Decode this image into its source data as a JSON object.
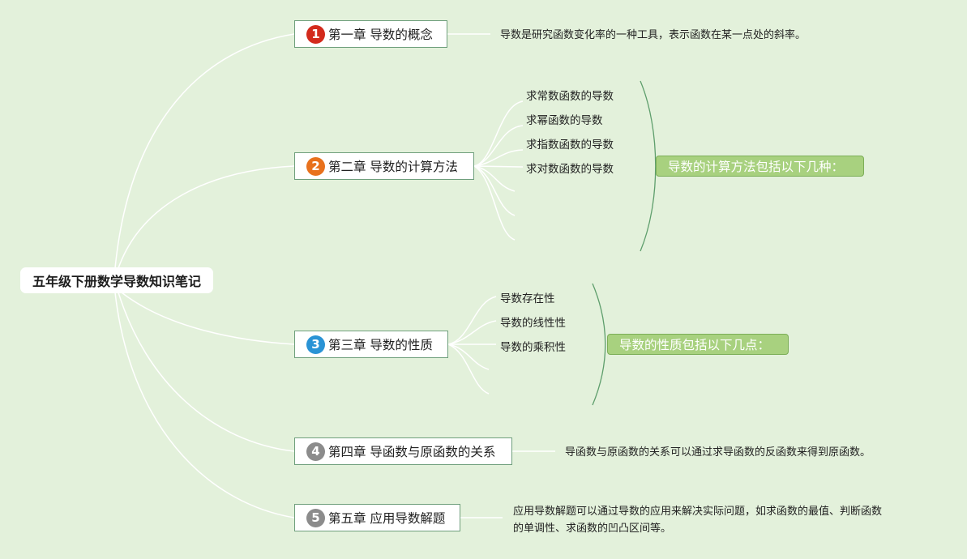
{
  "root": {
    "title": "五年级下册数学导数知识笔记"
  },
  "chapters": [
    {
      "number": "1",
      "title": "第一章 导数的概念",
      "badge_color": "#d32a1c",
      "note": "导数是研究函数变化率的一种工具，表示函数在某一点处的斜率。"
    },
    {
      "number": "2",
      "title": "第二章 导数的计算方法",
      "badge_color": "#e8711d",
      "items": [
        "求常数函数的导数",
        "求幂函数的导数",
        "求指数函数的导数",
        "求对数函数的导数"
      ],
      "summary": "导数的计算方法包括以下几种："
    },
    {
      "number": "3",
      "title": "第三章 导数的性质",
      "badge_color": "#2a93d5",
      "items": [
        "导数存在性",
        "导数的线性性",
        "导数的乘积性"
      ],
      "summary": "导数的性质包括以下几点："
    },
    {
      "number": "4",
      "title": "第四章 导函数与原函数的关系",
      "badge_color": "#8c8c8c",
      "note": "导函数与原函数的关系可以通过求导函数的反函数来得到原函数。"
    },
    {
      "number": "5",
      "title": "第五章 应用导数解题",
      "badge_color": "#8c8c8c",
      "note_lines": [
        "应用导数解题可以通过导数的应用来解决实际问题，如求函数的最值、判断函数",
        "的单调性、求函数的凹凸区间等。"
      ]
    }
  ],
  "colors": {
    "background": "#e3f1db",
    "line": "#ffffff",
    "bracket": "#5e9e6c",
    "summary_fill": "#a8d17f"
  }
}
